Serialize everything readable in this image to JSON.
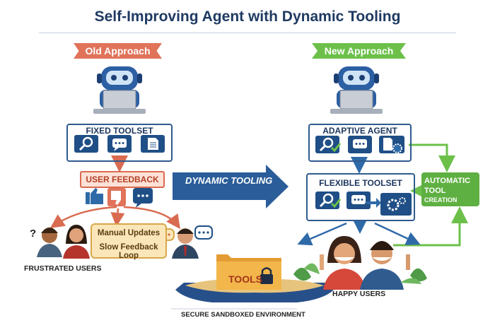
{
  "title": "Self-Improving Agent with Dynamic Tooling",
  "old": {
    "ribbon": "Old Approach",
    "toolset_label": "FIXED TOOLSET",
    "feedback_label": "USER FEEDBACK",
    "note_line1": "Manual Updates",
    "note_line2": "Slow Feedback Loop",
    "question_mark": "?",
    "caption": "FRUSTRATED USERS"
  },
  "new": {
    "ribbon": "New Approach",
    "agent_label": "ADAPTIVE AGENT",
    "toolset_label": "FLEXIBLE TOOLSET",
    "auto_line1": "AUTOMATIC",
    "auto_line2": "TOOL",
    "auto_line3": "CREATION",
    "caption": "HAPPY USERS"
  },
  "center": {
    "arrow_label": "DYNAMIC TOOLING",
    "tools_label": "TOOLS",
    "sandbox_caption": "SECURE SANDBOXED ENVIRONMENT"
  },
  "colors": {
    "old_accent": "#e0735a",
    "new_accent": "#6cc04a",
    "navy": "#1f4f86",
    "title": "#1f3a63"
  },
  "icons": [
    "robot-icon",
    "laptop-icon",
    "search-icon",
    "chat-icon",
    "document-icon",
    "thumbs-up-icon",
    "thumbs-down-icon",
    "gear-icon",
    "check-icon",
    "lock-icon",
    "folder-icon"
  ]
}
